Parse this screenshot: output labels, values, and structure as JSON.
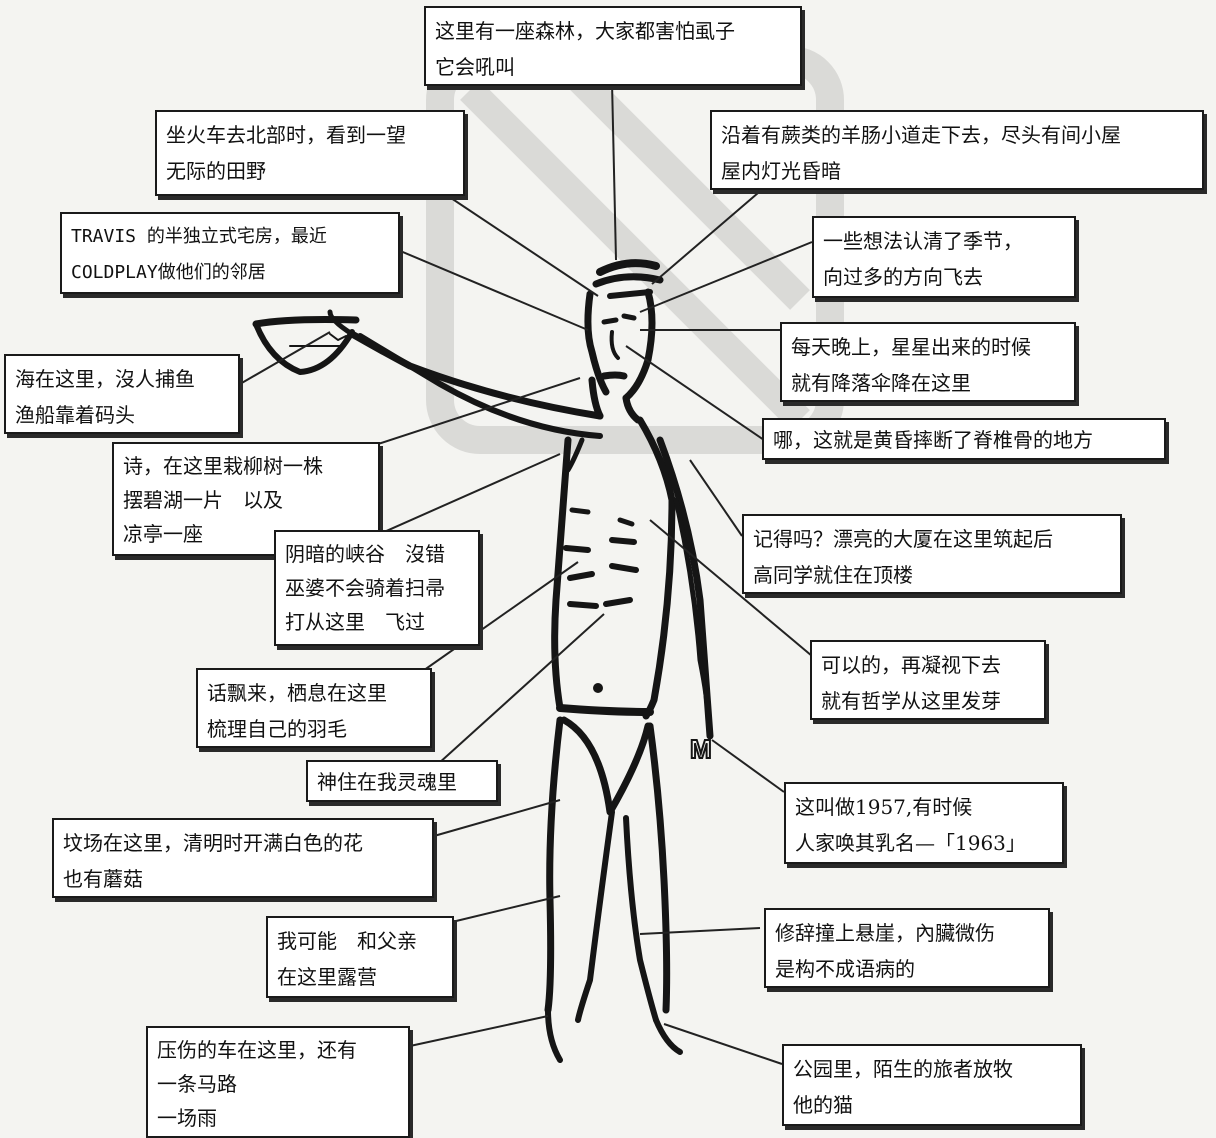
{
  "labels": [
    {
      "id": "forest",
      "lines": [
        "这里有一座森林，大家都害怕虱子",
        "它会吼叫"
      ]
    },
    {
      "id": "train",
      "lines": [
        "坐火车去北部时，看到一望",
        "无际的田野"
      ]
    },
    {
      "id": "fern",
      "lines": [
        "沿着有蕨类的羊肠小道走下去，尽头有间小屋",
        "屋内灯光昏暗"
      ]
    },
    {
      "id": "travis",
      "lines": [
        "TRAVIS 的半独立式宅房，最近",
        "COLDPLAY做他们的邻居"
      ]
    },
    {
      "id": "season",
      "lines": [
        "一些想法认清了季节，",
        "向过多的方向飞去"
      ]
    },
    {
      "id": "sea",
      "lines": [
        "海在这里，沒人捕鱼",
        "渔船靠着码头"
      ]
    },
    {
      "id": "stars",
      "lines": [
        "每天晚上，星星出来的时候",
        "就有降落伞降在这里"
      ]
    },
    {
      "id": "dusk",
      "lines": [
        "哪，这就是黄昏摔断了脊椎骨的地方"
      ]
    },
    {
      "id": "poem",
      "lines": [
        "诗，在这里栽柳树一株",
        "摆碧湖一片　以及",
        "凉亭一座"
      ]
    },
    {
      "id": "canyon",
      "lines": [
        "阴暗的峡谷　沒错",
        "巫婆不会骑着扫帚",
        "打从这里　飞过"
      ]
    },
    {
      "id": "building",
      "lines": [
        "记得吗？漂亮的大厦在这里筑起后",
        "高同学就住在顶楼"
      ]
    },
    {
      "id": "words",
      "lines": [
        "话飘来，栖息在这里",
        "梳理自己的羽毛"
      ]
    },
    {
      "id": "philosophy",
      "lines": [
        "可以的，再凝视下去",
        "就有哲学从这里发芽"
      ]
    },
    {
      "id": "god",
      "lines": [
        "神住在我灵魂里"
      ]
    },
    {
      "id": "year",
      "lines": [
        "这叫做1957,有时候",
        "人家唤其乳名—「1963」"
      ]
    },
    {
      "id": "grave",
      "lines": [
        "坟场在这里，清明时开满白色的花",
        "也有蘑菇"
      ]
    },
    {
      "id": "camp",
      "lines": [
        "我可能　和父亲",
        "在这里露营"
      ]
    },
    {
      "id": "rhetoric",
      "lines": [
        "修辞撞上悬崖，內臟微伤",
        "是构不成语病的"
      ]
    },
    {
      "id": "road",
      "lines": [
        "压伤的车在这里，还有",
        "一条马路",
        "一场雨"
      ]
    },
    {
      "id": "park",
      "lines": [
        "公园里，陌生的旅者放牧",
        "他的猫"
      ]
    }
  ],
  "watch_letter": "M"
}
